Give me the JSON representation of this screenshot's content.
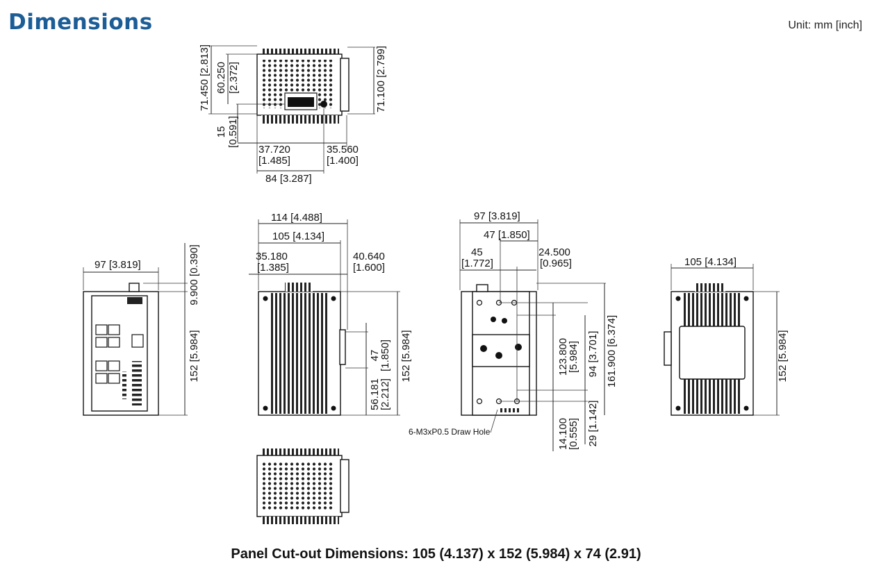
{
  "title": "Dimensions",
  "unit": "Unit: mm [inch]",
  "footer": "Panel Cut-out Dimensions: 105 (4.137) x 152 (5.984) x 74 (2.91)",
  "top_view": {
    "h1": "71.450 [2.813]",
    "h2": "60.250",
    "h2b": "[2.372]",
    "h3": "71.100 [2.799]",
    "h4": "15",
    "h4b": "[0.591]",
    "w1": "37.720",
    "w1b": "[1.485]",
    "w2": "35.560",
    "w2b": "[1.400]",
    "w3": "84 [3.287]"
  },
  "front_view": {
    "w": "97 [3.819]",
    "h_top": "9.900 [0.390]",
    "h": "152 [5.984]"
  },
  "side_view": {
    "w1": "114 [4.488]",
    "w2": "105 [4.134]",
    "w3": "35.180",
    "w3b": "[1.385]",
    "w4": "40.640",
    "w4b": "[1.600]",
    "h1": "47",
    "h1b": "[1.850]",
    "h2": "56.181",
    "h2b": "[2.212]",
    "h3": "152 [5.984]"
  },
  "rear_view": {
    "w1": "97 [3.819]",
    "w2": "47 [1.850]",
    "w3": "45",
    "w3b": "[1.772]",
    "w4": "24.500",
    "w4b": "[0.965]",
    "h1": "123.800",
    "h1b": "[5.984]",
    "h2": "94 [3.701]",
    "h3": "161.900 [6.374]",
    "h4": "14.100",
    "h4b": "[0.555]",
    "h5": "29 [1.142]",
    "note": "6-M3xP0.5 Draw Hole"
  },
  "other_side_view": {
    "w": "105 [4.134]",
    "h": "152 [5.984]"
  }
}
